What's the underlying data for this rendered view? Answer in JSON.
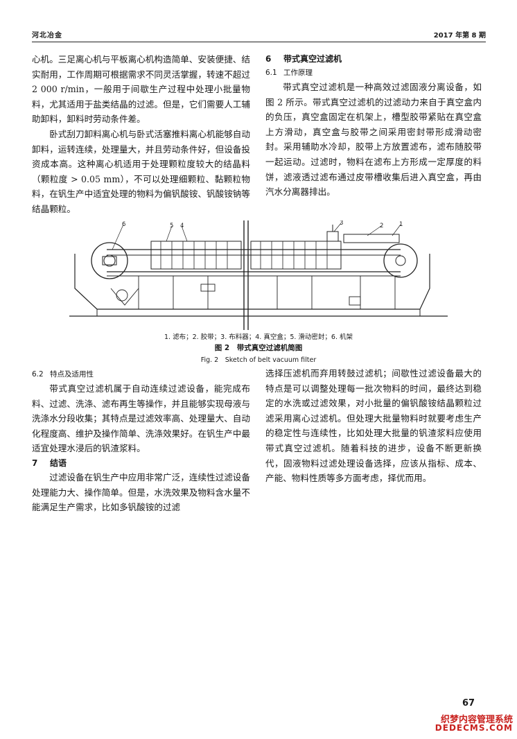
{
  "header": {
    "journal": "河北冶金",
    "issue": "2017 年第 8 期"
  },
  "left_top": {
    "p1": "心机。三足离心机与平板离心机构造简单、安装便捷、结实耐用，工作周期可根据需求不同灵活掌握，转速不超过 2 000 r/min，一般用于间歇生产过程中处理小批量物料，尤其适用于盐类结晶的过滤。但是，它们需要人工辅助卸料，卸料时劳动条件差。",
    "p2": "卧式刮刀卸料离心机与卧式活塞推料离心机能够自动卸料，运转连续，处理量大，并且劳动条件好，但设备投资成本高。这种离心机适用于处理颗粒度较大的结晶料（颗粒度 > 0.05 mm），不可以处理细颗粒、黏颗粒物料，在钒生产中适宜处理的物料为偏钒酸铵、钒酸铵钠等结晶颗粒。"
  },
  "right_top": {
    "sec_num": "6",
    "sec_title": "带式真空过滤机",
    "sub_num": "6.1",
    "sub_title": "工作原理",
    "p1": "带式真空过滤机是一种高效过滤固液分离设备，如图 2 所示。带式真空过滤机的过滤动力来自于真空盒内的负压，真空盒固定在机架上，槽型胶带紧贴在真空盒上方滑动，真空盒与胶带之间采用密封带形成滑动密封。采用辅助水冷却，胶带上方放置滤布，滤布随胶带一起运动。过滤时，物料在滤布上方形成一定厚度的料饼，滤液透过滤布通过皮带槽收集后进入真空盒，再由汽水分离器排出。"
  },
  "figure": {
    "labels": [
      "1",
      "2",
      "3",
      "4",
      "5",
      "6"
    ],
    "legend": "1. 滤布；2. 胶带；3. 布料器；4. 真空盒；5. 滑动密封；6. 机架",
    "caption_cn": "图 2　带式真空过滤机简图",
    "caption_en": "Fig. 2　Sketch of belt vacuum filter"
  },
  "left_bottom": {
    "sub_num": "6.2",
    "sub_title": "特点及适用性",
    "p1": "带式真空过滤机属于自动连续过滤设备，能完成布料、过滤、洗涤、滤布再生等操作，并且能够实现母液与洗涤水分段收集；其特点是过滤效率高、处理量大、自动化程度高、维护及操作简单、洗涤效果好。在钒生产中最适宜处理水浸后的钒渣浆料。",
    "sec_num": "7",
    "sec_title": "结语",
    "p2": "过滤设备在钒生产中应用非常广泛，连续性过滤设备处理能力大、操作简单。但是，水洗效果及物料含水量不能满足生产需求，比如多钒酸铵的过滤"
  },
  "right_bottom": {
    "p1": "选择压滤机而弃用转鼓过滤机；间歇性过滤设备最大的特点是可以调整处理每一批次物料的时间，最终达到稳定的水洗或过滤效果，对小批量的偏钒酸铵结晶颗粒过滤采用离心过滤机。但处理大批量物料时就要考虑生产的稳定性与连续性，比如处理大批量的钒渣浆料应使用带式真空过滤机。随着科技的进步，设备不断更新换代，固液物料过滤处理设备选择，应该从指标、成本、产能、物料性质等多方面考虑，择优而用。"
  },
  "page_number": "67",
  "watermark": {
    "line1": "织梦内容管理系统",
    "line2": "DEDECMS.COM"
  }
}
